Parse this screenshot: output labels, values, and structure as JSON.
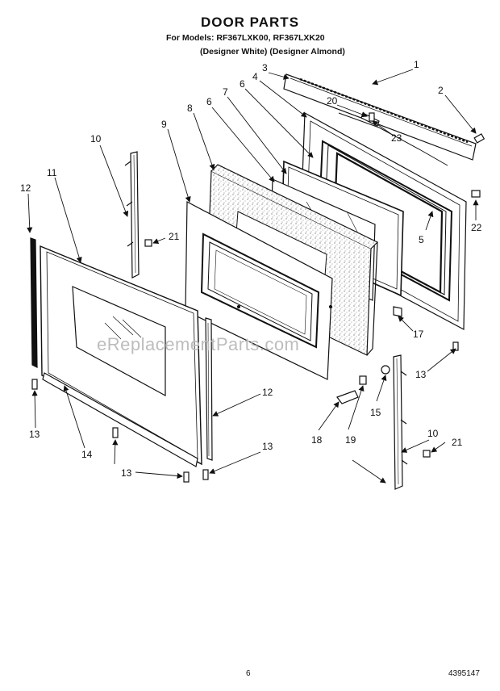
{
  "header": {
    "title": "DOOR PARTS",
    "models_line": "For Models: RF367LXK00, RF367LXK20",
    "variants_line": "(Designer White) (Designer Almond)"
  },
  "callouts": {
    "c1": "1",
    "c2": "2",
    "c3": "3",
    "c4": "4",
    "c5": "5",
    "c6a": "6",
    "c6b": "6",
    "c7": "7",
    "c8": "8",
    "c9": "9",
    "c10a": "10",
    "c10b": "10",
    "c11": "11",
    "c12a": "12",
    "c12b": "12",
    "c13a": "13",
    "c13b": "13",
    "c13c": "13",
    "c13d": "13",
    "c14": "14",
    "c15": "15",
    "c17": "17",
    "c18": "18",
    "c19": "19",
    "c20": "20",
    "c21a": "21",
    "c21b": "21",
    "c22": "22",
    "c23": "23"
  },
  "watermark": "eReplacementParts.com",
  "footer": {
    "page_number": "6",
    "document_number": "4395147"
  }
}
